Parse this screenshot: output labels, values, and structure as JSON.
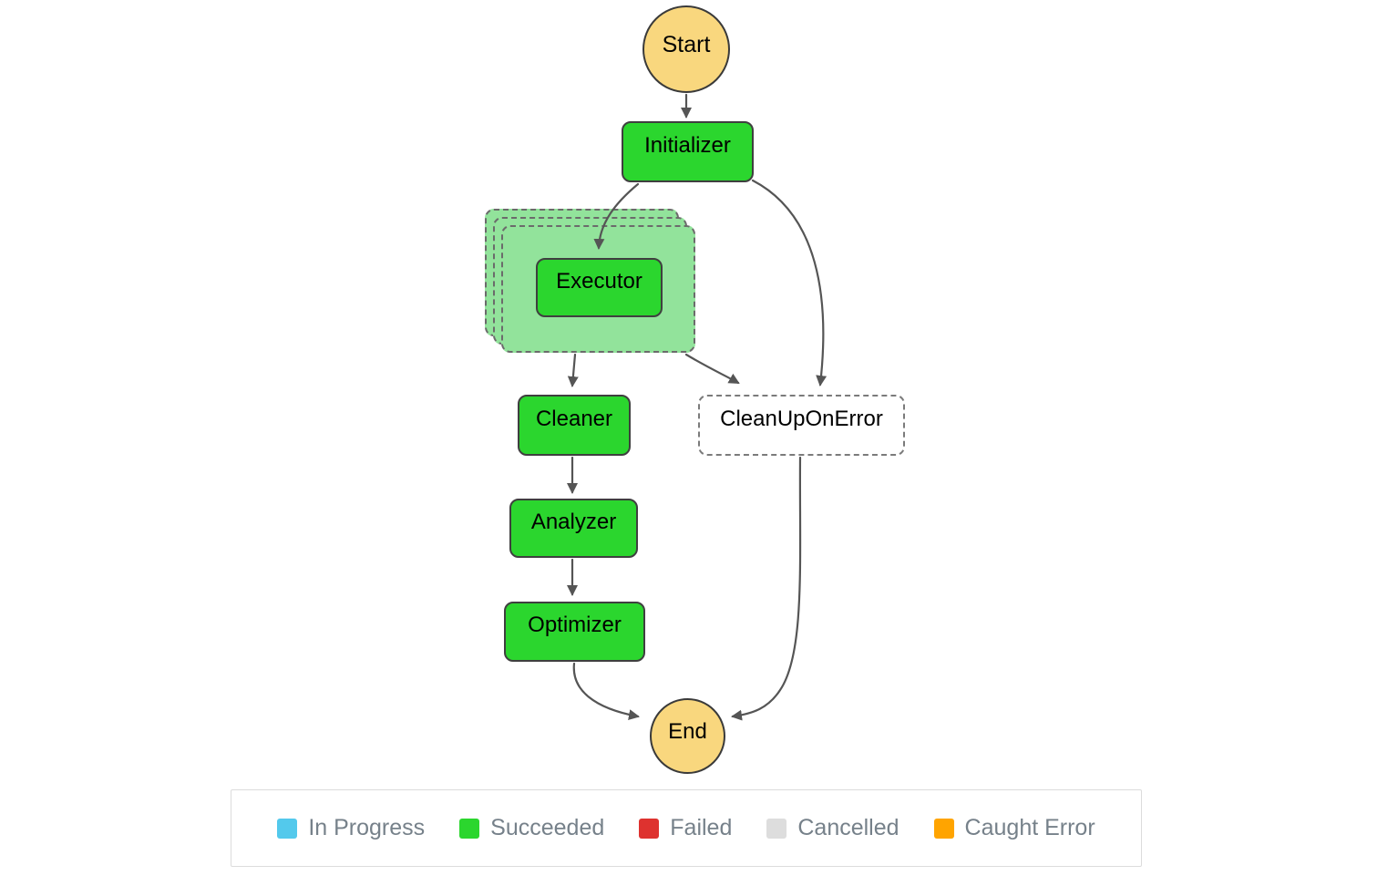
{
  "diagram": {
    "edge_color": "#555555",
    "nodes": {
      "start": {
        "label": "Start",
        "fill": "#F9D77E"
      },
      "initializer": {
        "label": "Initializer",
        "status": "Succeeded",
        "fill": "#2BD62E"
      },
      "executor": {
        "label": "Executor",
        "status": "Succeeded",
        "fill": "#2BD62E"
      },
      "cleaner": {
        "label": "Cleaner",
        "status": "Succeeded",
        "fill": "#2BD62E"
      },
      "analyzer": {
        "label": "Analyzer",
        "status": "Succeeded",
        "fill": "#2BD62E"
      },
      "optimizer": {
        "label": "Optimizer",
        "status": "Succeeded",
        "fill": "#2BD62E"
      },
      "cleanup_on_error": {
        "label": "CleanUpOnError",
        "fill": "#FFFFFF"
      },
      "end": {
        "label": "End",
        "fill": "#F9D77E"
      }
    },
    "map_state": {
      "fill": "#92E39B",
      "contains": "Executor",
      "stacked_iterations_shown": 3
    },
    "edges": [
      {
        "from": "Start",
        "to": "Initializer"
      },
      {
        "from": "Initializer",
        "to": "Executor"
      },
      {
        "from": "Initializer",
        "to": "CleanUpOnError"
      },
      {
        "from": "Executor",
        "to": "Cleaner"
      },
      {
        "from": "Executor",
        "to": "CleanUpOnError"
      },
      {
        "from": "Cleaner",
        "to": "Analyzer"
      },
      {
        "from": "Analyzer",
        "to": "Optimizer"
      },
      {
        "from": "Optimizer",
        "to": "End"
      },
      {
        "from": "CleanUpOnError",
        "to": "End"
      }
    ]
  },
  "legend": {
    "items": [
      {
        "label": "In Progress",
        "color": "#53C9EC"
      },
      {
        "label": "Succeeded",
        "color": "#2BD62E"
      },
      {
        "label": "Failed",
        "color": "#DE322F"
      },
      {
        "label": "Cancelled",
        "color": "#DDDDDD"
      },
      {
        "label": "Caught Error",
        "color": "#FFA400"
      }
    ]
  }
}
